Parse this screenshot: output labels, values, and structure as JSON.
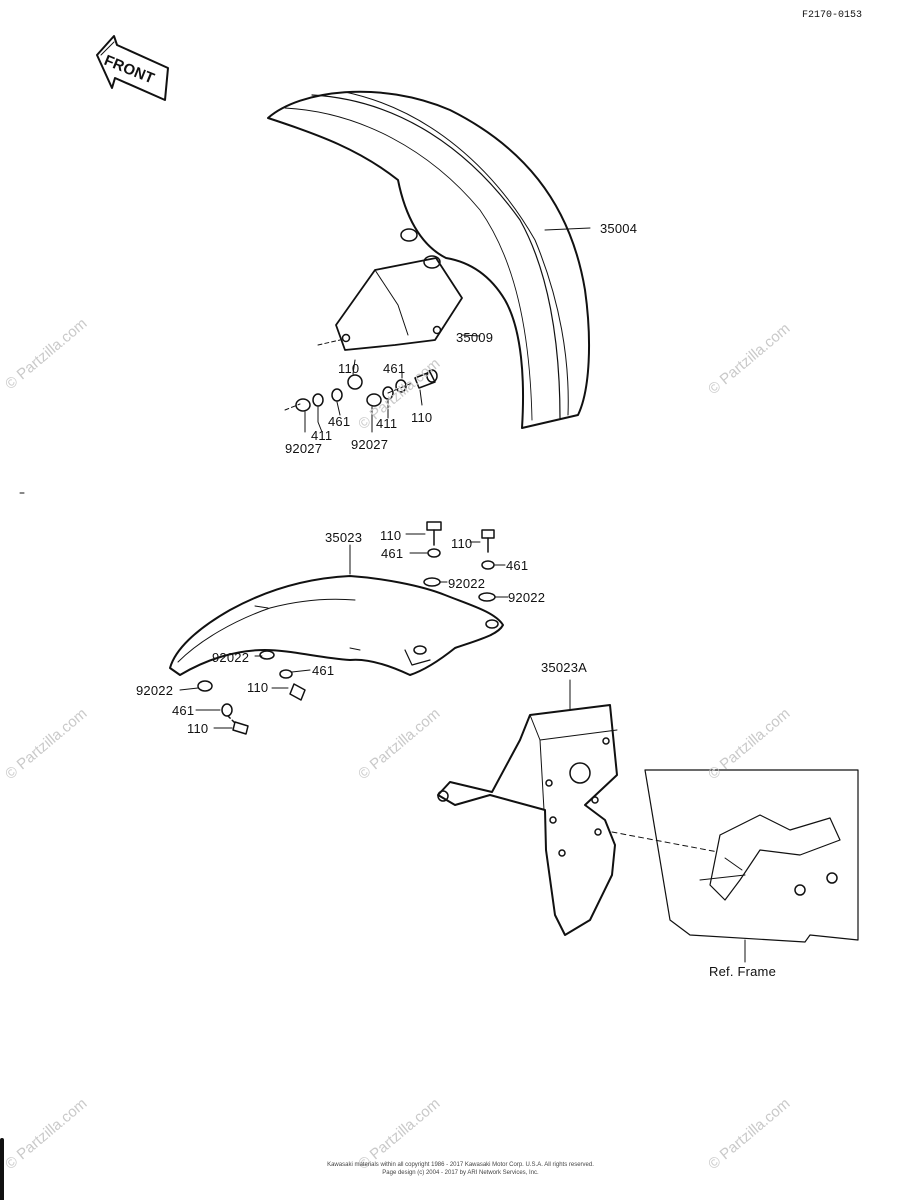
{
  "diagram_code": "F2170-0153",
  "front_marker": "FRONT",
  "callouts": {
    "front_fender": "35004",
    "fender_bracket": "35009",
    "rear_fender": "35023",
    "rear_fender_flap": "35023A",
    "ref_frame": "Ref. Frame",
    "bolt_110": "110",
    "lock_washer_461": "461",
    "washer_411": "411",
    "nut_92027": "92027",
    "grommet_92022": "92022"
  },
  "footer": {
    "line1": "Kawasaki materials within all copyright 1986 - 2017 Kawasaki Motor Corp. U.S.A. All rights reserved.",
    "line2": "Page design (c) 2004 - 2017 by ARI Network Services, Inc."
  },
  "watermark": "© Partzilla.com"
}
